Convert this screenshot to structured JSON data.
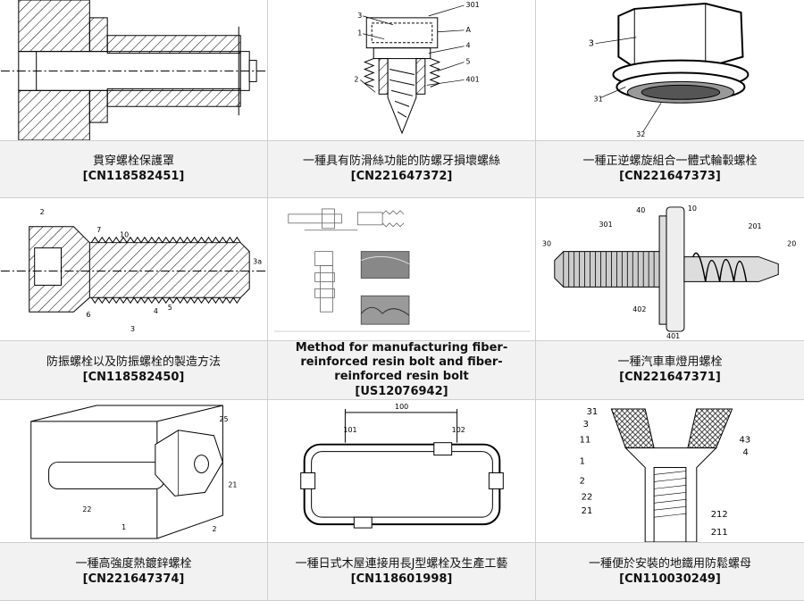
{
  "items": [
    {
      "title": "貫穿螺栓保護罩",
      "id": "[CN118582451]"
    },
    {
      "title": "一種具有防滑絲功能的防螺牙損壞螺絲",
      "id": "[CN221647372]",
      "labels": [
        "3",
        "1",
        "2",
        "301",
        "A",
        "4",
        "5",
        "401"
      ]
    },
    {
      "title": "一種正逆螺旋組合一體式輪轂螺栓",
      "id": "[CN221647373]",
      "labels": [
        "3",
        "31",
        "32"
      ]
    },
    {
      "title": "防振螺栓以及防振螺栓的製造方法",
      "id": "[CN118582450]",
      "labels": [
        "2",
        "7",
        "10",
        "3a",
        "6",
        "3",
        "4",
        "5"
      ]
    },
    {
      "title": "Method for manufacturing fiber-reinforced resin bolt and fiber-reinforced resin bolt",
      "id": "[US12076942]"
    },
    {
      "title": "一種汽車車燈用螺栓",
      "id": "[CN221647371]",
      "labels": [
        "40",
        "10",
        "301",
        "201",
        "20",
        "30",
        "402",
        "401"
      ]
    },
    {
      "title": "一種高強度熱鍍鋅螺栓",
      "id": "[CN221647374]",
      "labels": [
        "25",
        "21",
        "22",
        "1",
        "2"
      ]
    },
    {
      "title": "一種日式木屋連接用長J型螺栓及生產工藝",
      "id": "[CN118601998]",
      "labels": [
        "100",
        "101",
        "102"
      ]
    },
    {
      "title": "一種便於安裝的地鐵用防鬆螺母",
      "id": "[CN110030249]",
      "labels": [
        "31",
        "3",
        "11",
        "1",
        "2",
        "22",
        "21",
        "43",
        "4",
        "212",
        "211"
      ]
    }
  ]
}
